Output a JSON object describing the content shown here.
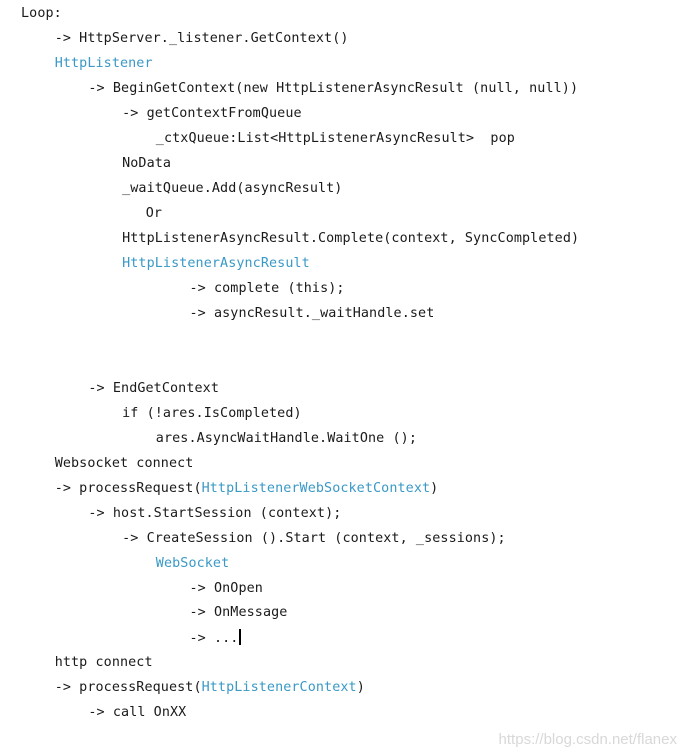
{
  "lines": [
    {
      "indent": 0,
      "parts": [
        {
          "text": "Loop:"
        }
      ]
    },
    {
      "indent": 1,
      "parts": [
        {
          "text": "-> HttpServer._listener.GetContext()"
        }
      ]
    },
    {
      "indent": 1,
      "parts": [
        {
          "text": "HttpListener",
          "blue": true
        }
      ]
    },
    {
      "indent": 2,
      "parts": [
        {
          "text": "-> BeginGetContext(new HttpListenerAsyncResult (null, null))"
        }
      ]
    },
    {
      "indent": 3,
      "parts": [
        {
          "text": "-> getContextFromQueue"
        }
      ]
    },
    {
      "indent": 4,
      "parts": [
        {
          "text": "_ctxQueue:List<HttpListenerAsyncResult>  pop"
        }
      ]
    },
    {
      "indent": 3,
      "parts": [
        {
          "text": "NoData"
        }
      ]
    },
    {
      "indent": 3,
      "parts": [
        {
          "text": "_waitQueue.Add(asyncResult)"
        }
      ]
    },
    {
      "indent": 3.7,
      "parts": [
        {
          "text": "Or"
        }
      ]
    },
    {
      "indent": 3,
      "parts": [
        {
          "text": "HttpListenerAsyncResult.Complete(context, SyncCompleted)"
        }
      ]
    },
    {
      "indent": 3,
      "parts": [
        {
          "text": "HttpListenerAsyncResult",
          "blue": true
        }
      ]
    },
    {
      "indent": 5,
      "parts": [
        {
          "text": "-> complete (this);"
        }
      ]
    },
    {
      "indent": 5,
      "parts": [
        {
          "text": "-> asyncResult._waitHandle.set"
        }
      ]
    },
    {
      "indent": 2,
      "parts": [
        {
          "text": "-> EndGetContext"
        }
      ]
    },
    {
      "indent": 3,
      "parts": [
        {
          "text": "if (!ares.IsCompleted)"
        }
      ]
    },
    {
      "indent": 4,
      "parts": [
        {
          "text": "ares.AsyncWaitHandle.WaitOne ();"
        }
      ]
    },
    {
      "indent": 1,
      "parts": [
        {
          "text": "Websocket connect"
        }
      ]
    },
    {
      "indent": 1,
      "parts": [
        {
          "text": "-> processRequest("
        },
        {
          "text": "HttpListenerWebSocketContext",
          "blue": true
        },
        {
          "text": ")"
        }
      ]
    },
    {
      "indent": 2,
      "parts": [
        {
          "text": "-> host.StartSession (context);"
        }
      ]
    },
    {
      "indent": 3,
      "parts": [
        {
          "text": "-> CreateSession ().Start (context, _sessions);"
        }
      ]
    },
    {
      "indent": 4,
      "parts": [
        {
          "text": "WebSocket",
          "blue": true
        }
      ]
    },
    {
      "indent": 5,
      "parts": [
        {
          "text": "-> OnOpen"
        }
      ]
    },
    {
      "indent": 5,
      "parts": [
        {
          "text": "-> OnMessage"
        }
      ]
    },
    {
      "indent": 5,
      "parts": [
        {
          "text": "-> ..."
        }
      ],
      "cursor": true
    },
    {
      "indent": 1,
      "parts": [
        {
          "text": "http connect"
        }
      ]
    },
    {
      "indent": 1,
      "parts": [
        {
          "text": "-> processRequest("
        },
        {
          "text": "HttpListenerContext",
          "blue": true
        },
        {
          "text": ")"
        }
      ]
    },
    {
      "indent": 2,
      "parts": [
        {
          "text": "-> call OnXX"
        }
      ]
    }
  ],
  "watermark": "https://blog.csdn.net/flanex"
}
